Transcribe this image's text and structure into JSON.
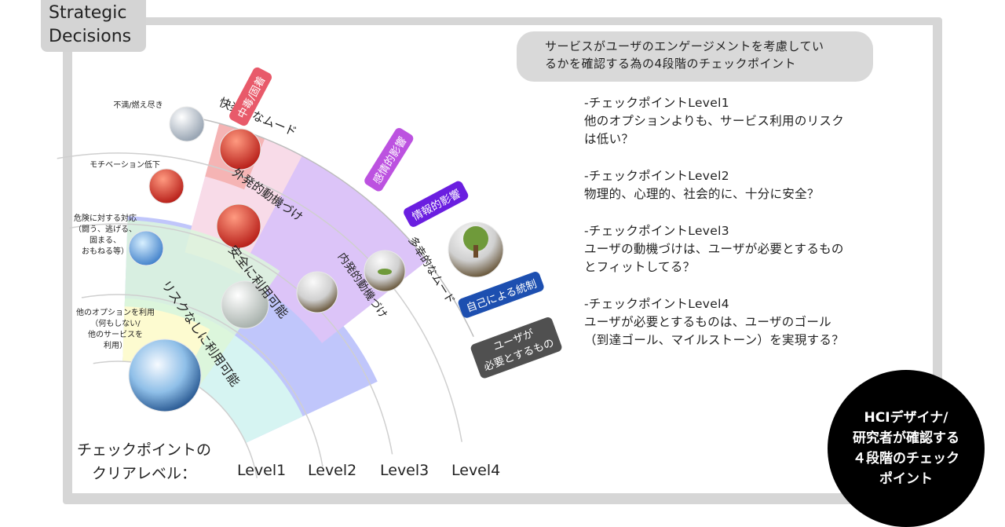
{
  "title": "Strategic\nDecisions",
  "header": "サービスがユーザのエンゲージメントを考慮してい\nるかを確認する為の4段階のチェックポイント",
  "checkpoints": [
    {
      "name": "-チェックポイントLevel1",
      "text": "他のオプションよりも、サービス利用のリスク\nは低い？"
    },
    {
      "name": "-チェックポイントLevel2",
      "text": "物理的、心理的、社会的に、十分に安全？"
    },
    {
      "name": "-チェックポイントLevel3",
      "text": "ユーザの動機づけは、ユーザが必要とするもの\nとフィットしてる？"
    },
    {
      "name": "-チェックポイントLevel4",
      "text": "ユーザが必要とするものは、ユーザのゴール\n（到達ゴール、マイルストーン）を実現する？"
    }
  ],
  "badge": "HCIデザイナ/\n研究者が確認する\n４段階のチェック\nポイント",
  "clear_label": "チェックポイントの\nクリアレベル：",
  "levels": [
    "Level1",
    "Level2",
    "Level3",
    "Level4"
  ],
  "band_labels": {
    "risk_free": "リスクなしに利用可能",
    "safe": "安全に利用可能",
    "extrinsic": "外発的動機づけ",
    "pleasant": "快楽的なムード",
    "intrinsic": "内発的動機づけ",
    "happy": "多幸的なムード"
  },
  "side_labels": {
    "other_options": "他のオプションを利用\n（何もしない/\n他のサービスを\n利用）",
    "danger": "危険に対する対応\n（闘う、逃げる、\n固まる、\nおもねる等）",
    "motivation_down": "モチベーション低下",
    "burnout": "不満/燃え尽き"
  },
  "tags": {
    "addiction": "中毒/固着",
    "emotional": "感情的影響",
    "informational": "情報的影響",
    "self_control": "自己による統制",
    "user_needs": "ユーザが\n必要とするもの"
  },
  "colors": {
    "band1": "#fdfbd0",
    "band2": "#dcf6dc",
    "band3": "#d6f4f2",
    "band4": "#b9c0fb",
    "upper_pink": "#f8dbe8",
    "upper_violet": "#dcc4f8",
    "upper_red": "#f5b4b4",
    "tag_red": "#e85a6a",
    "tag_violet": "#bc52e0",
    "tag_purple": "#6a1ee0",
    "tag_blue": "#1d4fb0",
    "tag_gray": "#505050"
  }
}
